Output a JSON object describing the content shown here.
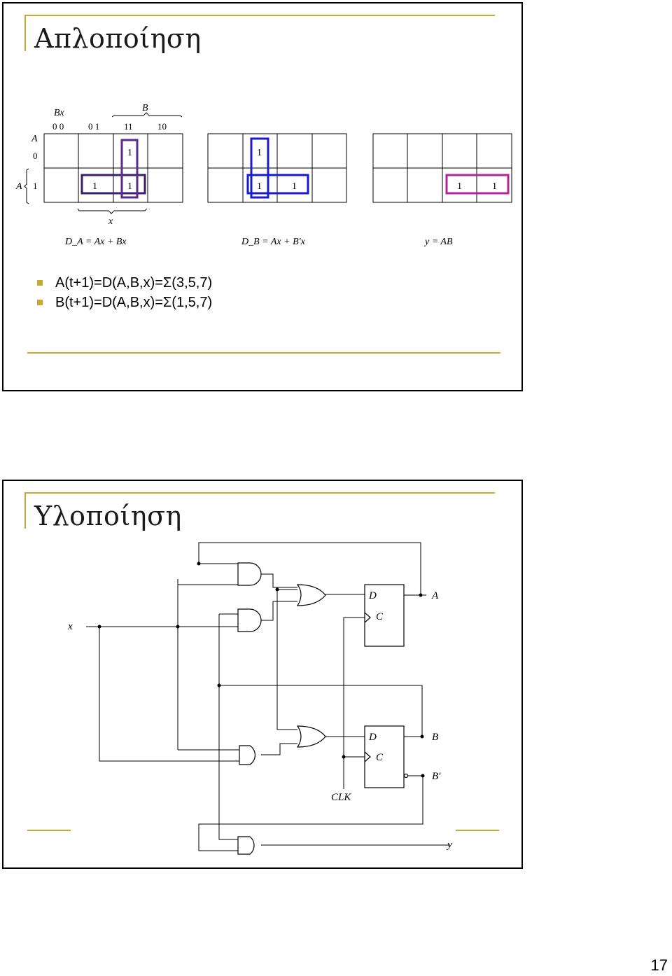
{
  "slide1": {
    "title": "Απλοποίηση",
    "kmap": {
      "var_col_pair": "Bx",
      "var_B": "B",
      "var_A": "A",
      "col_codes": [
        "0 0",
        "0 1",
        "11",
        "10"
      ],
      "row_codes": [
        "0",
        "1"
      ],
      "var_x": "x",
      "cell_one": "1"
    },
    "equations": {
      "da": "D_A = Ax + Bx",
      "db": "D_B = Ax + B′x",
      "y": "y = AB"
    },
    "bullets": [
      "A(t+1)=D(A,B,x)=Σ(3,5,7)",
      "B(t+1)=D(A,B,x)=Σ(1,5,7)"
    ],
    "colors": {
      "accent": "#c8a82e",
      "group_dark": "#3b1f6b",
      "group_purple": "#5a2a8a",
      "group_blue": "#1a1acc",
      "group_magenta": "#b0269a"
    }
  },
  "slide2": {
    "title": "Υλοποίηση",
    "labels": {
      "x": "x",
      "clk": "CLK",
      "ff_d": "D",
      "ff_c": "C",
      "out_a": "A",
      "out_b": "B",
      "out_bn": "B′",
      "out_y": "y"
    }
  },
  "page_number": "17"
}
